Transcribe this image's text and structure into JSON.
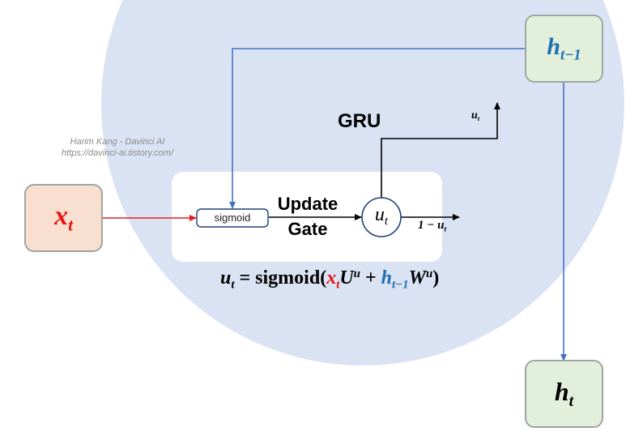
{
  "watermark": {
    "line1": "Harim Kang - Davinci AI",
    "line2": "https://davinci-ai.tistory.com/"
  },
  "title": "GRU",
  "nodes": {
    "x_t": {
      "base": "x",
      "sub": "t"
    },
    "h_prev": {
      "base": "h",
      "sub": "t−1"
    },
    "h_t": {
      "base": "h",
      "sub": "t"
    },
    "sigmoid": "sigmoid",
    "u_t": {
      "base": "u",
      "sub": "t"
    }
  },
  "gate_label": {
    "line1": "Update",
    "line2": "Gate"
  },
  "outputs": {
    "up": {
      "base": "u",
      "sub": "t"
    },
    "right": {
      "prefix": "1 − u",
      "sub": "t"
    }
  },
  "equation": {
    "lhs": "u",
    "lhs_sub": "t",
    "eq": " = sigmoid(",
    "x": "x",
    "x_sub": "t",
    "U": "U",
    "U_sup": "u",
    "plus": " + ",
    "h": "h",
    "h_sub": "t−1",
    "W": "W",
    "W_sup": "u",
    "close": ")"
  },
  "colors": {
    "circle": "#dae3f3",
    "blue": "#1f6fb5",
    "red": "#e81010",
    "x_box": "#f9dfd0",
    "h_box": "#e2efdb",
    "line_blue": "#4472c4",
    "line_red": "#e02020",
    "line_black": "#000000"
  }
}
